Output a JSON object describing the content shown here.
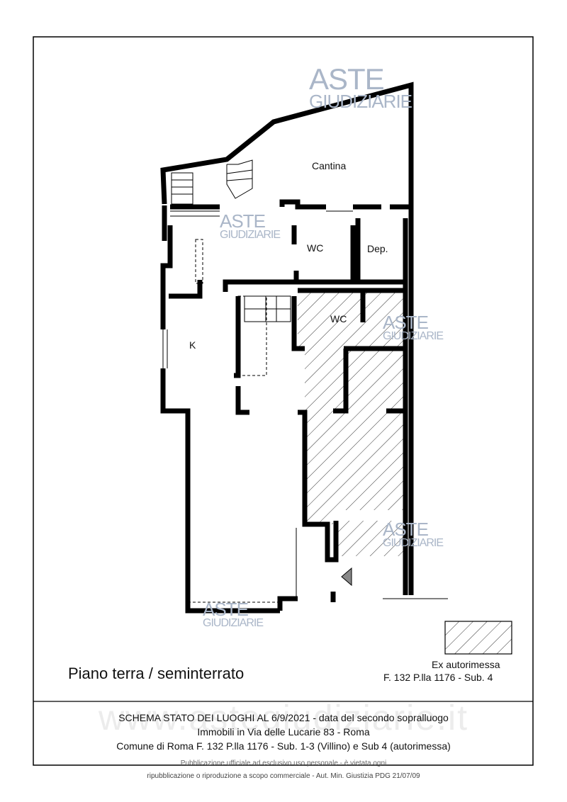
{
  "labels": {
    "cantina": "Cantina",
    "wc_top": "WC",
    "dep": "Dep.",
    "wc_mid": "WC",
    "k": "K"
  },
  "watermark": {
    "aste": "ASTE",
    "giudiziarie": "GIUDIZIARIE",
    "site": "www.astegiudiziarie.it"
  },
  "floor_title": "Piano terra / seminterrato",
  "legend": {
    "line1": "Ex autorimessa",
    "line2": "F. 132 P.lla 1176  - Sub. 4"
  },
  "title_block": {
    "line1": "SCHEMA STATO DEI LUOGHI AL 6/9/2021 - data del secondo sopralluogo",
    "line2": "Immobili in Via delle Lucarie 83 - Roma",
    "line3": "Comune di Roma F. 132 P.lla 1176  - Sub. 1-3 (Villino) e Sub 4 (autorimessa)"
  },
  "footer": {
    "line1": "Pubblicazione ufficiale ad esclusivo uso personale - è vietata ogni",
    "line2": "ripubblicazione o riproduzione a scopo commerciale - Aut. Min. Giustizia PDG 21/07/09"
  },
  "colors": {
    "wall": "#000000",
    "hatch": "#333333",
    "watermark": "#aab6c8"
  }
}
